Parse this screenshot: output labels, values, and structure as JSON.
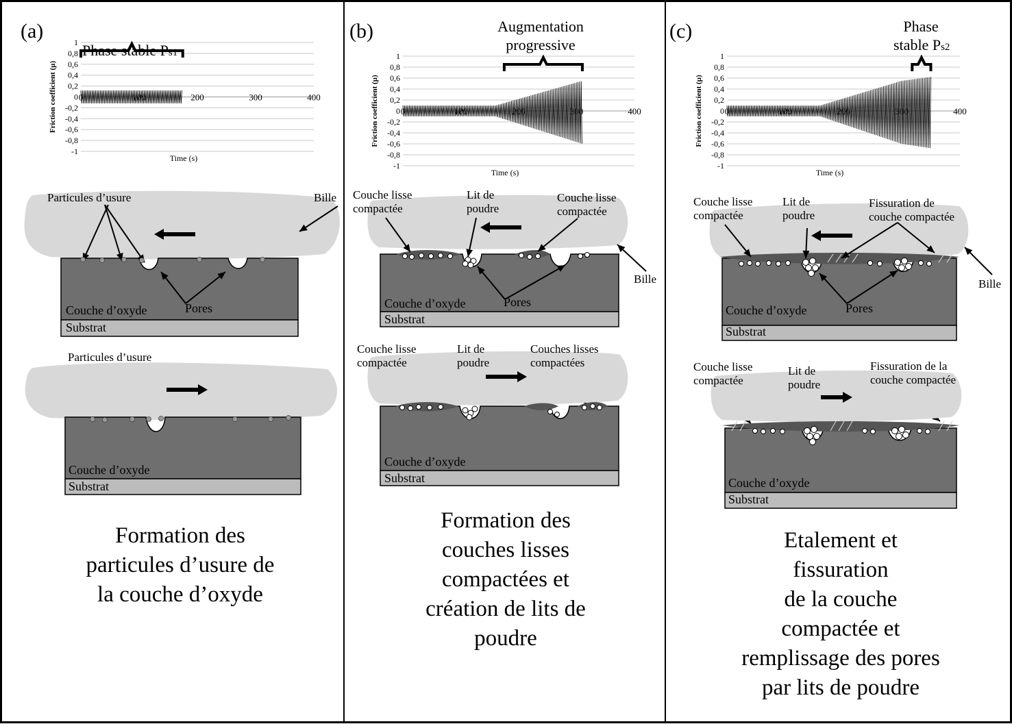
{
  "colors": {
    "oxide": "#6f6f6f",
    "substrate": "#bcbcbc",
    "ball": "#d8d8d8",
    "compacted": "#555555",
    "particle": "#9a9a9a"
  },
  "chart_data": [
    {
      "type": "line",
      "panel": "a",
      "title": "Phase stable Ps1",
      "title_main": "Phase stable P",
      "title_sub": "s1",
      "xlabel": "Time (s)",
      "ylabel": "Friction coefficient (µ)",
      "xlim": [
        0,
        400
      ],
      "ylim": [
        -1,
        1
      ],
      "xticks": [
        "0",
        "100",
        "200",
        "300",
        "400"
      ],
      "yticks": [
        "1",
        "0,8",
        "0,6",
        "0,4",
        "0,2",
        "0",
        "-0,2",
        "-0,4",
        "-0,6",
        "-0,8",
        "-1"
      ],
      "series": [
        {
          "end_time": 175,
          "segments": [
            {
              "t": 0,
              "amp_top": 0.12,
              "amp_bottom": -0.12
            },
            {
              "t": 175,
              "amp_top": 0.12,
              "amp_bottom": -0.12
            }
          ]
        }
      ],
      "annotation": {
        "t_start": 0,
        "t_end": 175
      }
    },
    {
      "type": "line",
      "panel": "b",
      "title": "Augmentation progressive",
      "title_line1": "Augmentation",
      "title_line2": "progressive",
      "xlabel": "Time (s)",
      "ylabel": "Friction coefficient (µ)",
      "xlim": [
        0,
        400
      ],
      "ylim": [
        -1,
        1
      ],
      "xticks": [
        "0",
        "100",
        "200",
        "300",
        "400"
      ],
      "yticks": [
        "1",
        "0,8",
        "0,6",
        "0,4",
        "0,2",
        "0",
        "-0,2",
        "-0,4",
        "-0,6",
        "-0,8",
        "-1"
      ],
      "series": [
        {
          "end_time": 310,
          "segments": [
            {
              "t": 0,
              "amp_top": 0.1,
              "amp_bottom": -0.1
            },
            {
              "t": 160,
              "amp_top": 0.1,
              "amp_bottom": -0.1
            },
            {
              "t": 310,
              "amp_top": 0.55,
              "amp_bottom": -0.6
            }
          ]
        }
      ],
      "annotation": {
        "t_start": 175,
        "t_end": 310
      }
    },
    {
      "type": "line",
      "panel": "c",
      "title": "Phase stable Ps2",
      "title_line1": "Phase",
      "title_line2_main": "stable P",
      "title_line2_sub": "s2",
      "xlabel": "Time (s)",
      "ylabel": "Friction coefficient (µ)",
      "xlim": [
        0,
        400
      ],
      "ylim": [
        -1,
        1
      ],
      "xticks": [
        "0",
        "100",
        "200",
        "300",
        "400"
      ],
      "yticks": [
        "1",
        "0,8",
        "0,6",
        "0,4",
        "0,2",
        "0",
        "-0,2",
        "-0,4",
        "-0,6",
        "-0,8",
        "-1"
      ],
      "series": [
        {
          "end_time": 350,
          "segments": [
            {
              "t": 0,
              "amp_top": 0.1,
              "amp_bottom": -0.1
            },
            {
              "t": 160,
              "amp_top": 0.1,
              "amp_bottom": -0.1
            },
            {
              "t": 300,
              "amp_top": 0.55,
              "amp_bottom": -0.6
            },
            {
              "t": 350,
              "amp_top": 0.62,
              "amp_bottom": -0.68
            }
          ]
        }
      ],
      "annotation": {
        "t_start": 318,
        "t_end": 350
      }
    }
  ],
  "panels": {
    "a": {
      "label": "(a)",
      "top": {
        "particles": "Particules d’usure",
        "ball": "Bille",
        "pores": "Pores",
        "oxide": "Couche d’oxyde",
        "substrate": "Substrat"
      },
      "bottom": {
        "particles": "Particules d’usure",
        "oxide": "Couche d’oxyde",
        "substrate": "Substrat"
      },
      "caption": [
        "Formation des",
        "particules d’usure de",
        "la couche d’oxyde"
      ]
    },
    "b": {
      "label": "(b)",
      "top": {
        "left_layer": [
          "Couche lisse",
          "compactée"
        ],
        "powder": [
          "Lit de",
          "poudre"
        ],
        "right_layer": [
          "Couche lisse",
          "compactée"
        ],
        "ball": "Bille",
        "pores": "Pores",
        "oxide": "Couche d’oxyde",
        "substrate": "Substrat"
      },
      "bottom": {
        "left_layer": [
          "Couche lisse",
          "compactée"
        ],
        "powder": [
          "Lit de",
          "poudre"
        ],
        "right_layer": [
          "Couches lisses",
          "compactées"
        ],
        "oxide": "Couche d’oxyde",
        "substrate": "Substrat"
      },
      "caption": [
        "Formation des",
        "couches lisses",
        "compactées et",
        "création de lits de",
        "poudre"
      ]
    },
    "c": {
      "label": "(c)",
      "top": {
        "left_layer": [
          "Couche lisse",
          "compactée"
        ],
        "powder": [
          "Lit de",
          "poudre"
        ],
        "crack": [
          "Fissuration de",
          "couche compactée"
        ],
        "ball": "Bille",
        "pores": "Pores",
        "oxide": "Couche d’oxyde",
        "substrate": "Substrat"
      },
      "bottom": {
        "left_layer": [
          "Couche lisse",
          "compactée"
        ],
        "powder": [
          "Lit de",
          "poudre"
        ],
        "crack": [
          "Fissuration de la",
          "couche compactée"
        ],
        "oxide": "Couche d’oxyde",
        "substrate": "Substrat"
      },
      "caption": [
        "Etalement et",
        "fissuration",
        "de la couche",
        "compactée et",
        "remplissage des pores",
        "par lits de poudre"
      ]
    }
  }
}
